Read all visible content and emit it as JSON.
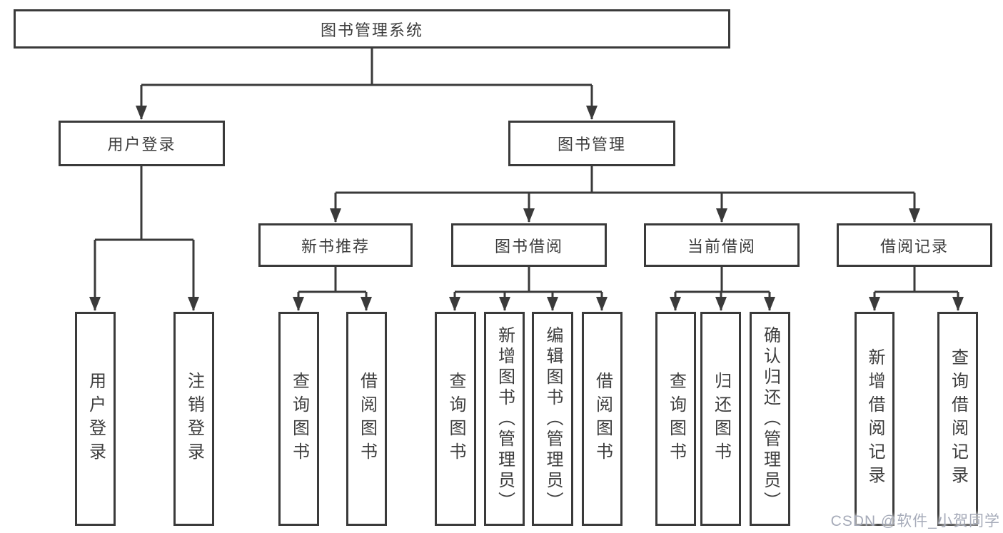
{
  "tree": {
    "root": {
      "label": "图书管理系统"
    },
    "user_login": {
      "label": "用户登录",
      "children": [
        {
          "label": "用户登录"
        },
        {
          "label": "注销登录"
        }
      ]
    },
    "book_mgmt": {
      "label": "图书管理",
      "sections": [
        {
          "label": "新书推荐",
          "children": [
            {
              "label": "查询图书"
            },
            {
              "label": "借阅图书"
            }
          ]
        },
        {
          "label": "图书借阅",
          "children": [
            {
              "label": "查询图书"
            },
            {
              "label": "新增图书（管理员）"
            },
            {
              "label": "编辑图书（管理员）"
            },
            {
              "label": "借阅图书"
            }
          ]
        },
        {
          "label": "当前借阅",
          "children": [
            {
              "label": "查询图书"
            },
            {
              "label": "归还图书"
            },
            {
              "label": "确认归还（管理员）"
            }
          ]
        },
        {
          "label": "借阅记录",
          "children": [
            {
              "label": "新增借阅记录"
            },
            {
              "label": "查询借阅记录"
            }
          ]
        }
      ]
    }
  },
  "watermark": {
    "text": "CSDN @软件_小贺同学"
  },
  "colors": {
    "line": "#3a3a3a",
    "text": "#3d3d3d",
    "box_background": "#ffffff",
    "watermark": "#a6abb9"
  }
}
